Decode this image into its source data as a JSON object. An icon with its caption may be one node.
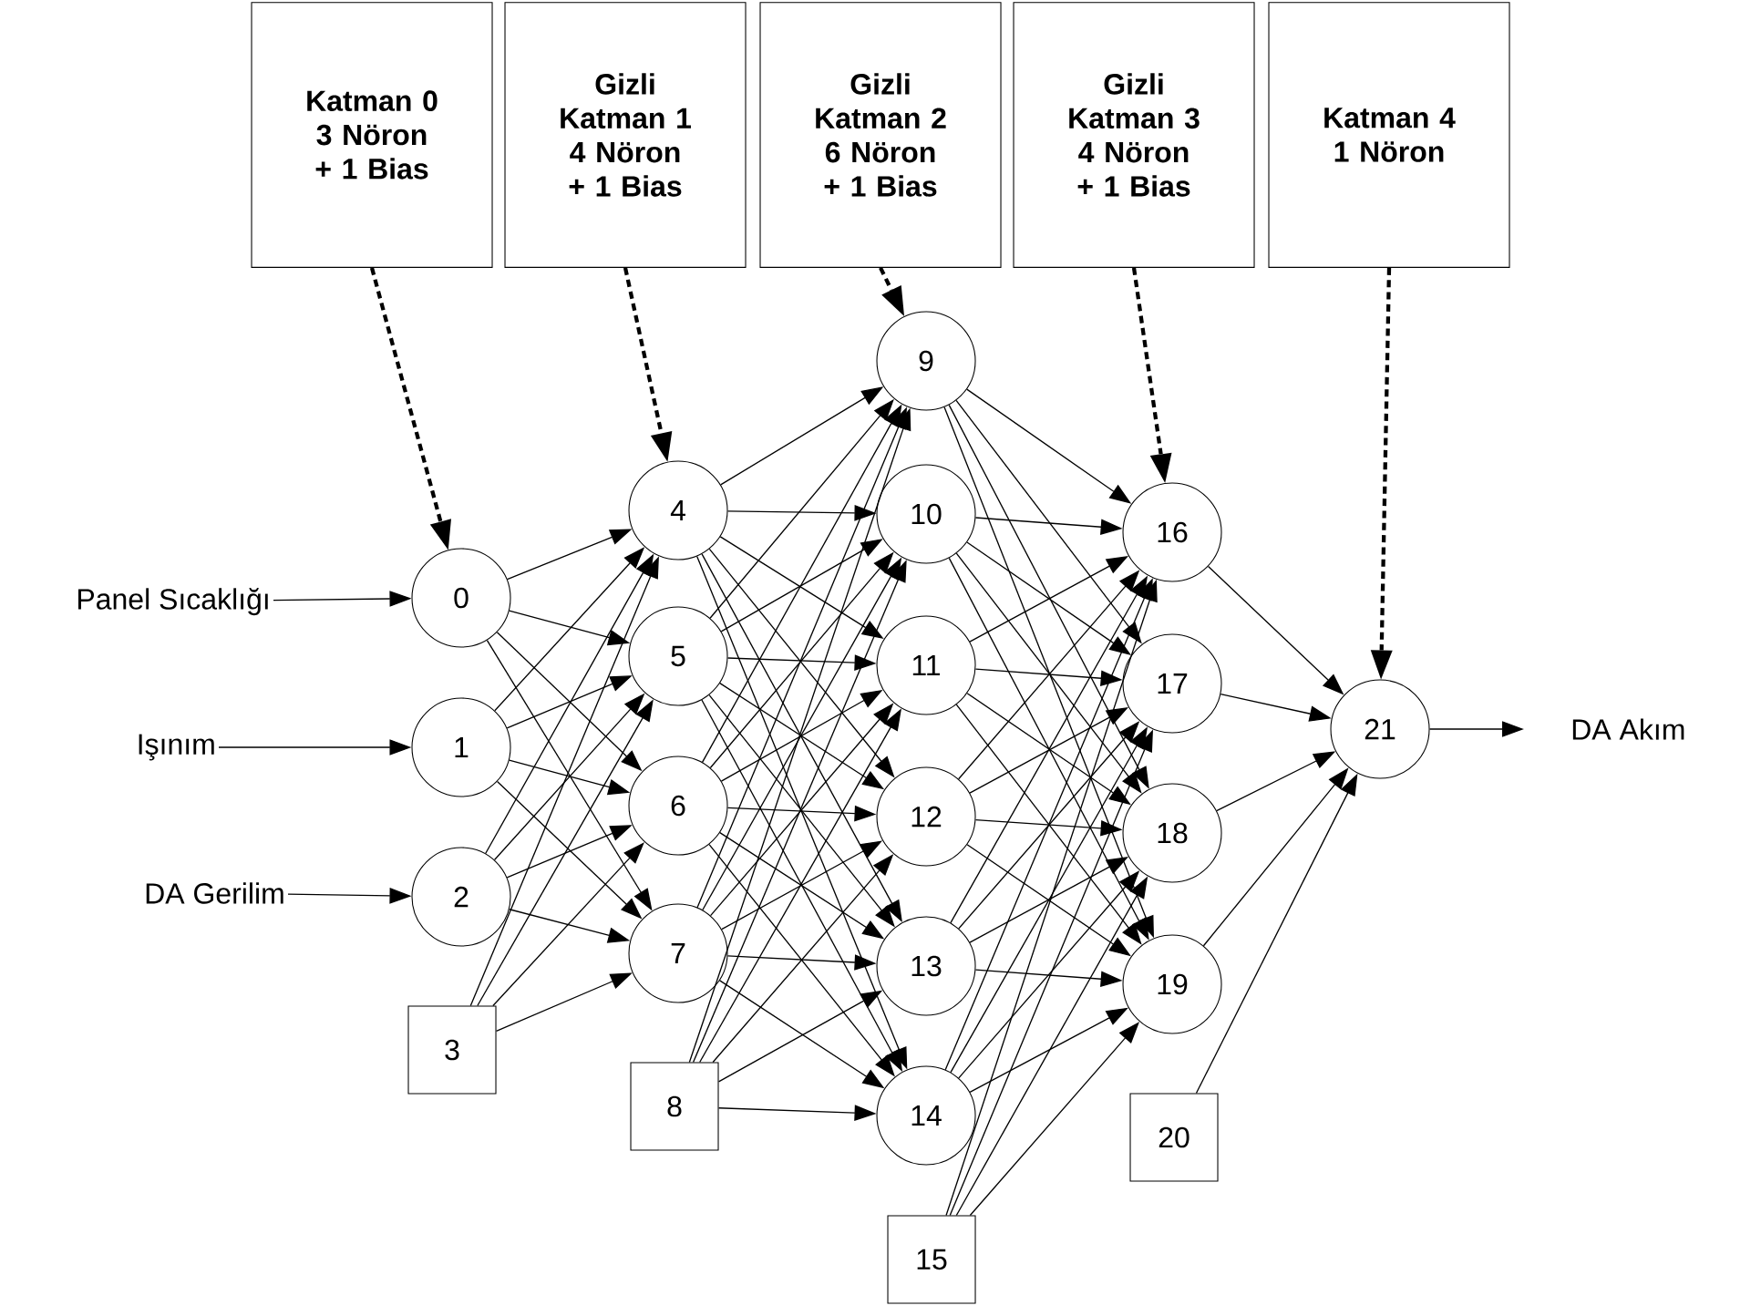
{
  "diagram": {
    "nodes": [
      {
        "text": [
          "Katman 0",
          "3 Nöron + 1 Bias"
        ]
      },
      {
        "text": [
          "Gizli Katman 1",
          "4 Nöron + 1 Bias"
        ]
      },
      {
        "text": [
          "Gizli Katman 2",
          "6 Nöron + 1 Bias"
        ]
      },
      {
        "text": [
          "Gizli Katman 3",
          "4 Nöron + 1 Bias"
        ]
      },
      {
        "text": [
          "Katman 4",
          "1 Nöron"
        ]
      },
      {
        "text": [
          "Panel Sıcaklığı"
        ]
      },
      {
        "text": [
          "Işınım"
        ]
      },
      {
        "text": [
          "DA Gerilim"
        ]
      },
      {
        "text": [
          "0"
        ]
      },
      {
        "text": [
          "1"
        ]
      },
      {
        "text": [
          "2"
        ]
      },
      {
        "text": [
          "3"
        ]
      },
      {
        "text": [
          "4"
        ]
      },
      {
        "text": [
          "5"
        ]
      },
      {
        "text": [
          "6"
        ]
      },
      {
        "text": [
          "7"
        ]
      },
      {
        "text": [
          "8"
        ]
      },
      {
        "text": [
          "9"
        ]
      },
      {
        "text": [
          "10"
        ]
      },
      {
        "text": [
          "11"
        ]
      },
      {
        "text": [
          "12"
        ]
      },
      {
        "text": [
          "13"
        ]
      },
      {
        "text": [
          "14"
        ]
      },
      {
        "text": [
          "15"
        ]
      },
      {
        "text": [
          "16"
        ]
      },
      {
        "text": [
          "17"
        ]
      },
      {
        "text": [
          "18"
        ]
      },
      {
        "text": [
          "19"
        ]
      },
      {
        "text": [
          "20"
        ]
      },
      {
        "text": [
          "21"
        ]
      },
      {
        "text": [
          "DA Akım"
        ]
      }
    ],
    "edges": [
      {
        "from": 5,
        "to": 8,
        "arrow": "to"
      },
      {
        "from": 6,
        "to": 9,
        "arrow": "to"
      },
      {
        "from": 7,
        "to": 10,
        "arrow": "to"
      },
      {
        "from": 29,
        "to": 30,
        "arrow": "to"
      },
      {
        "from": 0,
        "to": 8,
        "arrow": "to",
        "style": "dashed"
      },
      {
        "from": 1,
        "to": 12,
        "arrow": "to",
        "style": "dashed"
      },
      {
        "from": 2,
        "to": 17,
        "arrow": "to",
        "style": "dashed"
      },
      {
        "from": 3,
        "to": 24,
        "arrow": "to",
        "style": "dashed"
      },
      {
        "from": 4,
        "to": 29,
        "arrow": "to",
        "style": "dashed"
      },
      {
        "from": 8,
        "to": 12,
        "arrow": "to"
      },
      {
        "from": 8,
        "to": 13,
        "arrow": "to"
      },
      {
        "from": 8,
        "to": 14,
        "arrow": "to"
      },
      {
        "from": 8,
        "to": 15,
        "arrow": "to"
      },
      {
        "from": 9,
        "to": 12,
        "arrow": "to"
      },
      {
        "from": 9,
        "to": 13,
        "arrow": "to"
      },
      {
        "from": 9,
        "to": 14,
        "arrow": "to"
      },
      {
        "from": 9,
        "to": 15,
        "arrow": "to"
      },
      {
        "from": 10,
        "to": 12,
        "arrow": "to"
      },
      {
        "from": 10,
        "to": 13,
        "arrow": "to"
      },
      {
        "from": 10,
        "to": 14,
        "arrow": "to"
      },
      {
        "from": 10,
        "to": 15,
        "arrow": "to"
      },
      {
        "from": 11,
        "to": 12,
        "arrow": "to"
      },
      {
        "from": 11,
        "to": 13,
        "arrow": "to"
      },
      {
        "from": 11,
        "to": 14,
        "arrow": "to"
      },
      {
        "from": 11,
        "to": 15,
        "arrow": "to"
      },
      {
        "from": 12,
        "to": 17,
        "arrow": "to"
      },
      {
        "from": 12,
        "to": 18,
        "arrow": "to"
      },
      {
        "from": 12,
        "to": 19,
        "arrow": "to"
      },
      {
        "from": 12,
        "to": 20,
        "arrow": "to"
      },
      {
        "from": 12,
        "to": 21,
        "arrow": "to"
      },
      {
        "from": 12,
        "to": 22,
        "arrow": "to"
      },
      {
        "from": 13,
        "to": 17,
        "arrow": "to"
      },
      {
        "from": 13,
        "to": 18,
        "arrow": "to"
      },
      {
        "from": 13,
        "to": 19,
        "arrow": "to"
      },
      {
        "from": 13,
        "to": 20,
        "arrow": "to"
      },
      {
        "from": 13,
        "to": 21,
        "arrow": "to"
      },
      {
        "from": 13,
        "to": 22,
        "arrow": "to"
      },
      {
        "from": 14,
        "to": 17,
        "arrow": "to"
      },
      {
        "from": 14,
        "to": 18,
        "arrow": "to"
      },
      {
        "from": 14,
        "to": 19,
        "arrow": "to"
      },
      {
        "from": 14,
        "to": 20,
        "arrow": "to"
      },
      {
        "from": 14,
        "to": 21,
        "arrow": "to"
      },
      {
        "from": 14,
        "to": 22,
        "arrow": "to"
      },
      {
        "from": 15,
        "to": 17,
        "arrow": "to"
      },
      {
        "from": 15,
        "to": 18,
        "arrow": "to"
      },
      {
        "from": 15,
        "to": 19,
        "arrow": "to"
      },
      {
        "from": 15,
        "to": 20,
        "arrow": "to"
      },
      {
        "from": 15,
        "to": 21,
        "arrow": "to"
      },
      {
        "from": 15,
        "to": 22,
        "arrow": "to"
      },
      {
        "from": 16,
        "to": 17,
        "arrow": "to"
      },
      {
        "from": 16,
        "to": 18,
        "arrow": "to"
      },
      {
        "from": 16,
        "to": 19,
        "arrow": "to"
      },
      {
        "from": 16,
        "to": 20,
        "arrow": "to"
      },
      {
        "from": 16,
        "to": 21,
        "arrow": "to"
      },
      {
        "from": 16,
        "to": 22,
        "arrow": "to"
      },
      {
        "from": 17,
        "to": 24,
        "arrow": "to"
      },
      {
        "from": 17,
        "to": 25,
        "arrow": "to"
      },
      {
        "from": 17,
        "to": 26,
        "arrow": "to"
      },
      {
        "from": 17,
        "to": 27,
        "arrow": "to"
      },
      {
        "from": 18,
        "to": 24,
        "arrow": "to"
      },
      {
        "from": 18,
        "to": 25,
        "arrow": "to"
      },
      {
        "from": 18,
        "to": 26,
        "arrow": "to"
      },
      {
        "from": 18,
        "to": 27,
        "arrow": "to"
      },
      {
        "from": 19,
        "to": 24,
        "arrow": "to"
      },
      {
        "from": 19,
        "to": 25,
        "arrow": "to"
      },
      {
        "from": 19,
        "to": 26,
        "arrow": "to"
      },
      {
        "from": 19,
        "to": 27,
        "arrow": "to"
      },
      {
        "from": 20,
        "to": 24,
        "arrow": "to"
      },
      {
        "from": 20,
        "to": 25,
        "arrow": "to"
      },
      {
        "from": 20,
        "to": 26,
        "arrow": "to"
      },
      {
        "from": 20,
        "to": 27,
        "arrow": "to"
      },
      {
        "from": 21,
        "to": 24,
        "arrow": "to"
      },
      {
        "from": 21,
        "to": 25,
        "arrow": "to"
      },
      {
        "from": 21,
        "to": 26,
        "arrow": "to"
      },
      {
        "from": 21,
        "to": 27,
        "arrow": "to"
      },
      {
        "from": 22,
        "to": 24,
        "arrow": "to"
      },
      {
        "from": 22,
        "to": 25,
        "arrow": "to"
      },
      {
        "from": 22,
        "to": 26,
        "arrow": "to"
      },
      {
        "from": 22,
        "to": 27,
        "arrow": "to"
      },
      {
        "from": 23,
        "to": 24,
        "arrow": "to"
      },
      {
        "from": 23,
        "to": 25,
        "arrow": "to"
      },
      {
        "from": 23,
        "to": 26,
        "arrow": "to"
      },
      {
        "from": 23,
        "to": 27,
        "arrow": "to"
      },
      {
        "from": 24,
        "to": 29,
        "arrow": "to"
      },
      {
        "from": 25,
        "to": 29,
        "arrow": "to"
      },
      {
        "from": 26,
        "to": 29,
        "arrow": "to"
      },
      {
        "from": 27,
        "to": 29,
        "arrow": "to"
      },
      {
        "from": 28,
        "to": 29,
        "arrow": "to"
      }
    ]
  }
}
